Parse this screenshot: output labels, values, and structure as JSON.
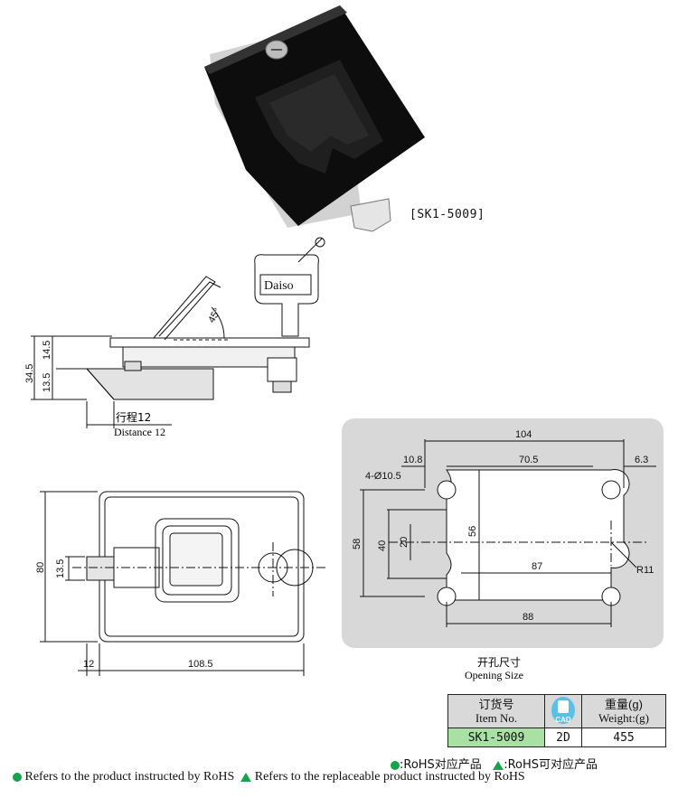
{
  "product": {
    "model_tag": "[SK1-5009]",
    "key_brand": "Daiso"
  },
  "side_view": {
    "angle": "45°",
    "dim_total_height": "34.5",
    "dim_upper": "14.5",
    "dim_lower": "13.5",
    "travel_cn": "行程12",
    "travel_en": "Distance 12"
  },
  "front_view": {
    "height": "80",
    "latch_height": "13.5",
    "width": "108.5",
    "latch_offset": "12"
  },
  "opening": {
    "width_total": "104",
    "left_offset": "10.8",
    "center_width": "70.5",
    "right_offset": "6.3",
    "holes": "4-Ø10.5",
    "height_total": "58",
    "height_inner": "40",
    "height_center": "20",
    "height_56": "56",
    "width_87": "87",
    "width_88": "88",
    "radius": "R11",
    "caption_cn": "开孔尺寸",
    "caption_en": "Opening Size"
  },
  "order_table": {
    "col1_cn": "订货号",
    "col1_en": "Item No.",
    "col2_badge": "CAD",
    "col3_cn": "重量(g)",
    "col3_en": "Weight:(g)",
    "row": {
      "item": "SK1-5009",
      "cad": "2D",
      "weight": "455"
    }
  },
  "legend": {
    "rohs_cn": ":RoHS对应产品",
    "rohs_replace_cn": ":RoHS可对应产品",
    "rohs_en": "Refers to the product instructed by RoHS",
    "rohs_replace_en": "Refers to the replaceable product instructed by RoHS"
  },
  "colors": {
    "rohs_green": "#16a34a",
    "opening_bg": "#d8d8d8",
    "item_cell": "#a9e0a4",
    "cad_blue": "#5bc0e8"
  }
}
